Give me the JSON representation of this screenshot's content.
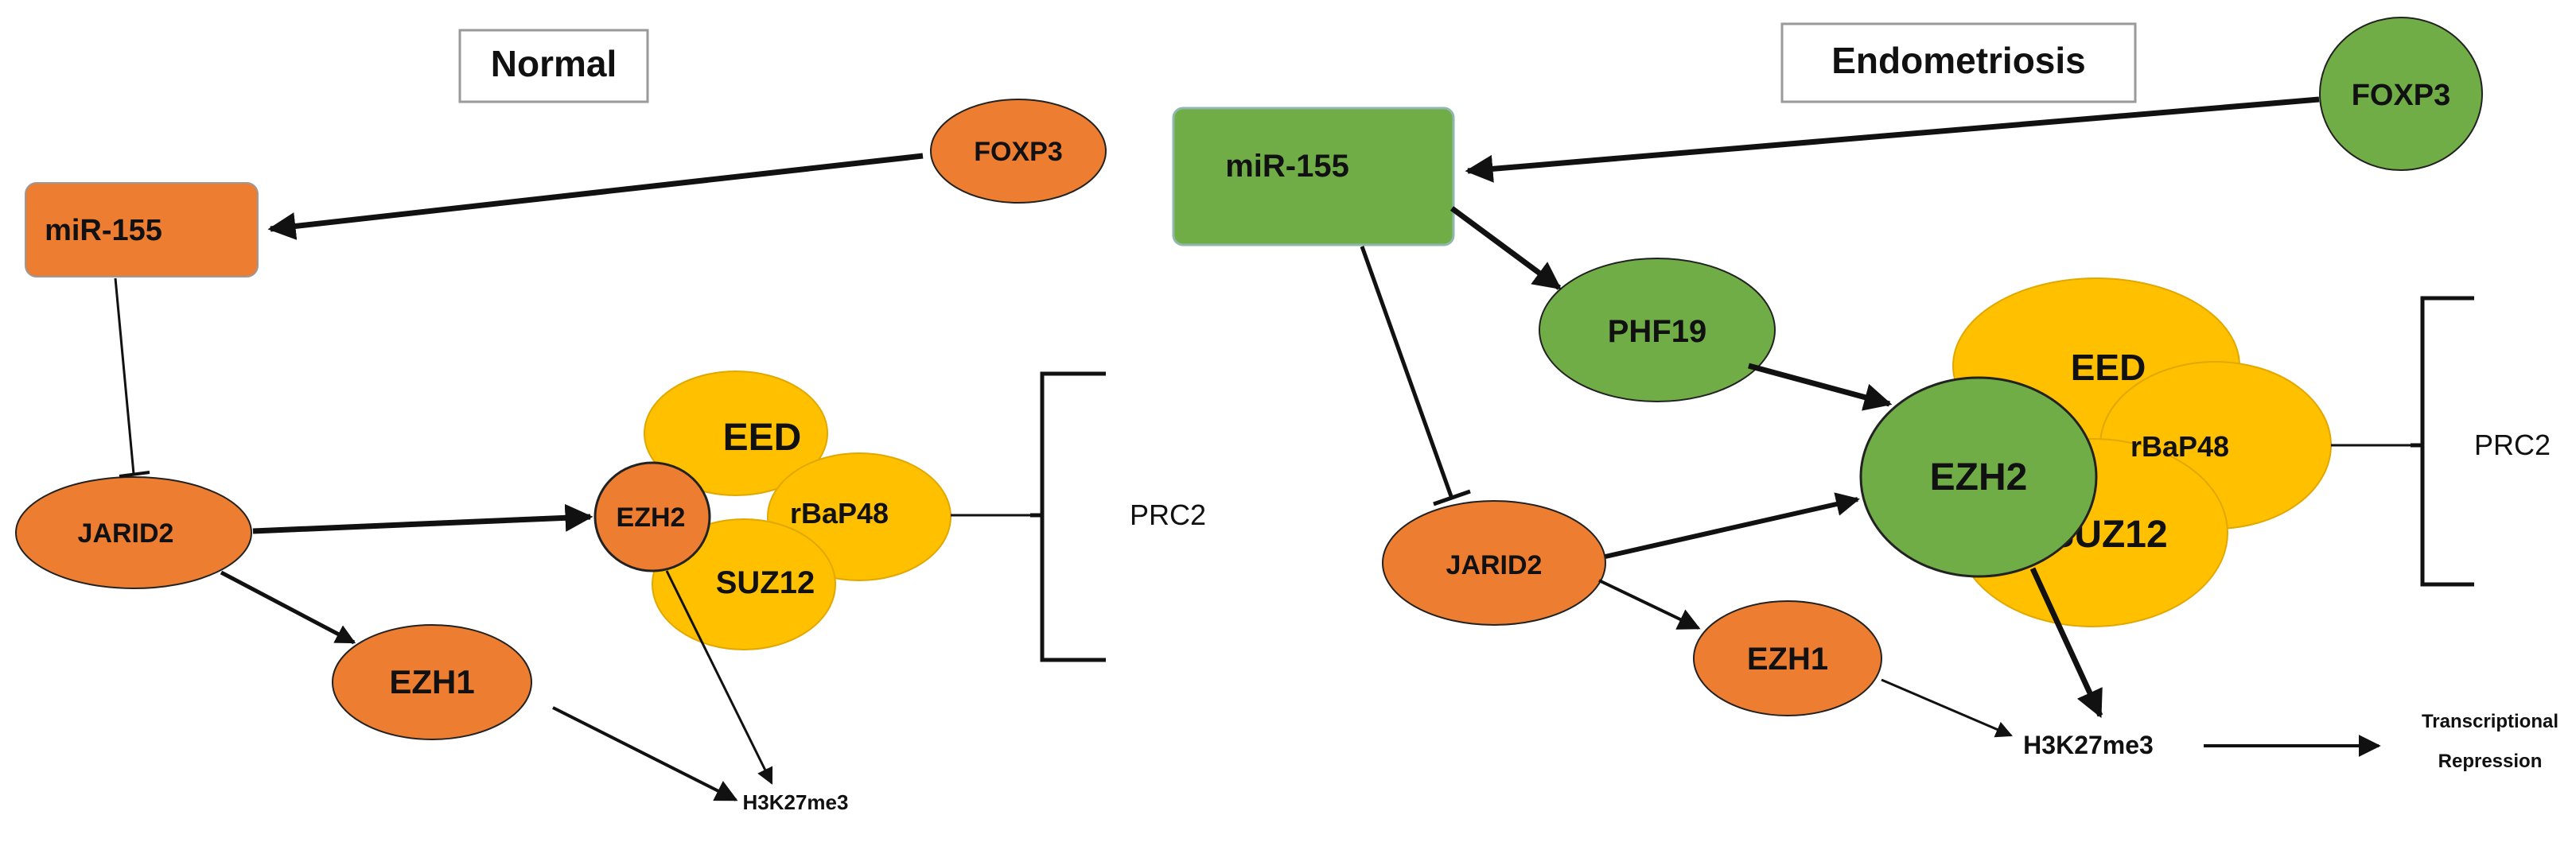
{
  "panels": {
    "normal": {
      "title": "Normal",
      "nodes": {
        "foxp3": "FOXP3",
        "mir155": "miR-155",
        "jarid2": "JARID2",
        "ezh1": "EZH1",
        "ezh2": "EZH2",
        "eed": "EED",
        "rbap48": "rBaP48",
        "suz12": "SUZ12",
        "h3k27me3": "H3K27me3"
      },
      "complex_label": "PRC2"
    },
    "endometriosis": {
      "title": "Endometriosis",
      "nodes": {
        "foxp3": "FOXP3",
        "mir155": "miR-155",
        "phf19": "PHF19",
        "jarid2": "JARID2",
        "ezh1": "EZH1",
        "ezh2": "EZH2",
        "eed": "EED",
        "rbap48": "rBaP48",
        "suz12": "SUZ12",
        "h3k27me3": "H3K27me3",
        "transcriptional_line1": "Transcriptional",
        "transcriptional_line2": "Repression"
      },
      "complex_label": "PRC2"
    }
  },
  "colors": {
    "orange": "#ED7D31",
    "green": "#70AD47",
    "yellow": "#FFC000",
    "line": "#111111"
  }
}
